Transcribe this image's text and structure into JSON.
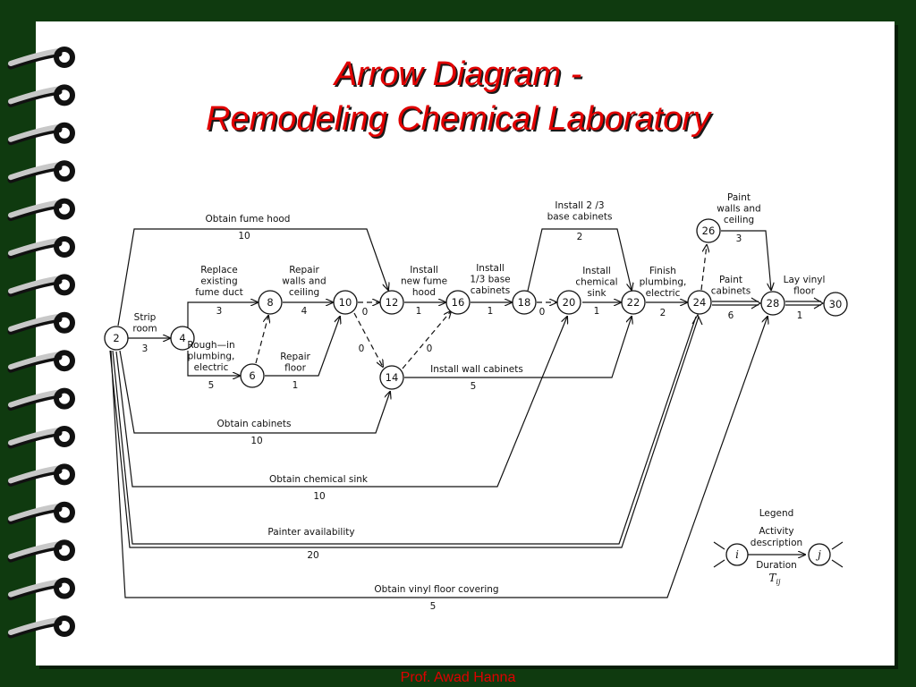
{
  "slide": {
    "title_line1": "Arrow Diagram -",
    "title_line2": "Remodeling Chemical Laboratory",
    "footer": "Prof. Awad Hanna",
    "colors": {
      "background": "#0f3a0f",
      "title": "#e00000",
      "paper": "#ffffff"
    }
  },
  "nodes": [
    "2",
    "4",
    "6",
    "8",
    "10",
    "12",
    "14",
    "16",
    "18",
    "20",
    "22",
    "24",
    "26",
    "28",
    "30"
  ],
  "activities": {
    "strip_room": {
      "desc": [
        "Strip",
        "room"
      ],
      "dur": "3"
    },
    "replace_duct": {
      "desc": [
        "Replace",
        "existing",
        "fume duct"
      ],
      "dur": "3"
    },
    "rough_in": {
      "desc": [
        "Rough—in",
        "plumbing,",
        "electric"
      ],
      "dur": "5"
    },
    "repair_walls": {
      "desc": [
        "Repair",
        "walls and",
        "ceiling"
      ],
      "dur": "4"
    },
    "repair_floor": {
      "desc": [
        "Repair",
        "floor"
      ],
      "dur": "1"
    },
    "fume_hood_install": {
      "desc": [
        "Install",
        "new fume",
        "hood"
      ],
      "dur": "1"
    },
    "base_third": {
      "desc": [
        "Install",
        "1/3 base",
        "cabinets"
      ],
      "dur": "1"
    },
    "base_two_thirds": {
      "desc": [
        "Install 2 /3",
        "base cabinets"
      ],
      "dur": "2"
    },
    "chem_sink_install": {
      "desc": [
        "Install",
        "chemical",
        "sink"
      ],
      "dur": "1"
    },
    "finish_plumbing": {
      "desc": [
        "Finish",
        "plumbing,",
        "electric"
      ],
      "dur": "2"
    },
    "paint_walls": {
      "desc": [
        "Paint",
        "walls and",
        "ceiling"
      ],
      "dur": "3"
    },
    "paint_cabinets": {
      "desc": [
        "Paint",
        "cabinets"
      ],
      "dur": "6"
    },
    "lay_vinyl": {
      "desc": [
        "Lay vinyl",
        "floor"
      ],
      "dur": "1"
    },
    "wall_cabinets": {
      "desc": [
        "Install wall cabinets"
      ],
      "dur": "5"
    },
    "obtain_fume_hood": {
      "desc": [
        "Obtain fume hood"
      ],
      "dur": "10"
    },
    "obtain_cabinets": {
      "desc": [
        "Obtain cabinets"
      ],
      "dur": "10"
    },
    "obtain_sink": {
      "desc": [
        "Obtain chemical sink"
      ],
      "dur": "10"
    },
    "painter": {
      "desc": [
        "Painter availability"
      ],
      "dur": "20"
    },
    "obtain_vinyl": {
      "desc": [
        "Obtain vinyl floor covering"
      ],
      "dur": "5"
    }
  },
  "dummies": {
    "d10_12": "0",
    "d10_14": "0",
    "d14_16": "0",
    "d18_20": "0"
  },
  "legend": {
    "heading": "Legend",
    "activity_description": [
      "Activity",
      "description"
    ],
    "duration": "Duration",
    "tij": "T",
    "tij_sub": "ij",
    "node_i": "i",
    "node_j": "j"
  }
}
